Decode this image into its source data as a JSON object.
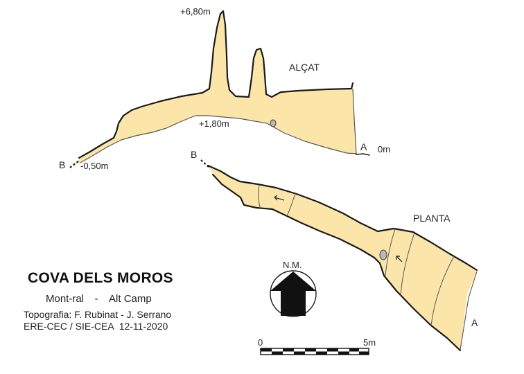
{
  "title": "COVA DELS MOROS",
  "location": {
    "place": "Mont-ral",
    "separator": "-",
    "region": "Alt Camp"
  },
  "credits": {
    "line1": "Topografia: F. Rubinat - J. Serrano",
    "line2": "ERE-CEC / SIE-CEA  12-11-2020"
  },
  "elevation_view": {
    "label": "ALÇAT",
    "point_a": "A",
    "point_b": "B",
    "level_a": "0m",
    "level_b": "-0,50m",
    "level_mid": "+1,80m",
    "level_top": "+6,80m"
  },
  "plan_view": {
    "label": "PLANTA",
    "point_a": "A",
    "point_b": "B"
  },
  "north_arrow": {
    "label": "N.M."
  },
  "scale_bar": {
    "start": "0",
    "end": "5m"
  },
  "colors": {
    "cave_fill": "#fbe5a8",
    "outline": "#1a1a1a",
    "rock": "#b8b8b8"
  }
}
